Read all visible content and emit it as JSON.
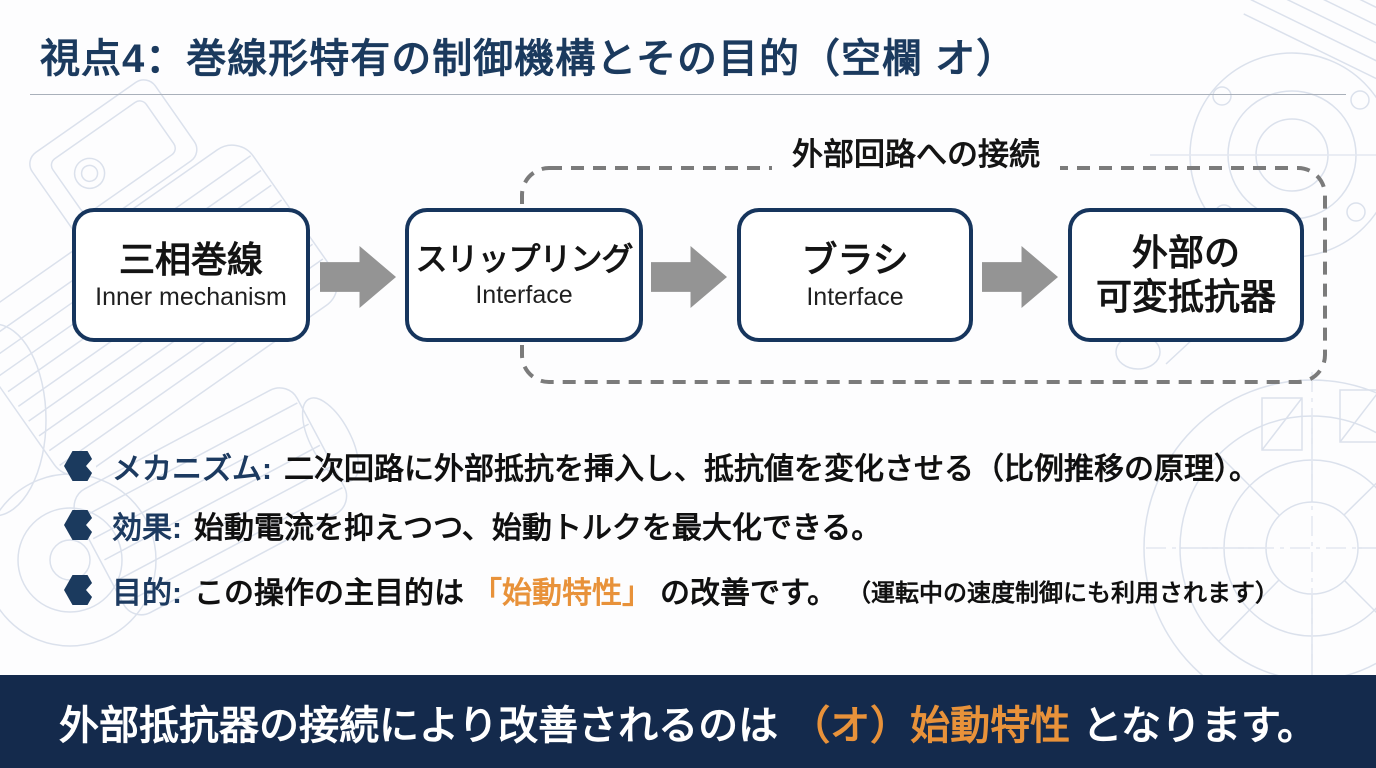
{
  "title": "視点4：巻線形特有の制御機構とその目的（空欄 オ）",
  "diagram": {
    "external_label": "外部回路への接続",
    "boxes": [
      {
        "jp": "三相巻線",
        "en": "Inner mechanism"
      },
      {
        "jp": "スリップリング",
        "en": "Interface"
      },
      {
        "jp": "ブラシ",
        "en": "Interface"
      },
      {
        "jp": "外部の\n可変抵抗器",
        "en": ""
      }
    ]
  },
  "bullets": {
    "mechanism": {
      "label": "メカニズム:",
      "text": "二次回路に外部抵抗を挿入し、抵抗値を変化させる（比例推移の原理）。"
    },
    "effect": {
      "label": "効果:",
      "text": "始動電流を抑えつつ、始動トルクを最大化できる。"
    },
    "purpose": {
      "label": "目的:",
      "pre": "この操作の主目的は",
      "highlight": "「始動特性」",
      "post": "の改善です。",
      "note": "（運転中の速度制御にも利用されます）"
    }
  },
  "footer": {
    "pre": "外部抵抗器の接続により改善されるのは",
    "highlight": "（オ）始動特性",
    "post": "となります。"
  },
  "colors": {
    "navy_title": "#1b3a5e",
    "navy_box_border": "#16355d",
    "footer_bg": "#142a4c",
    "accent_orange": "#e8923a",
    "arrow_gray": "#949494",
    "dash_gray": "#7b7b7b"
  }
}
